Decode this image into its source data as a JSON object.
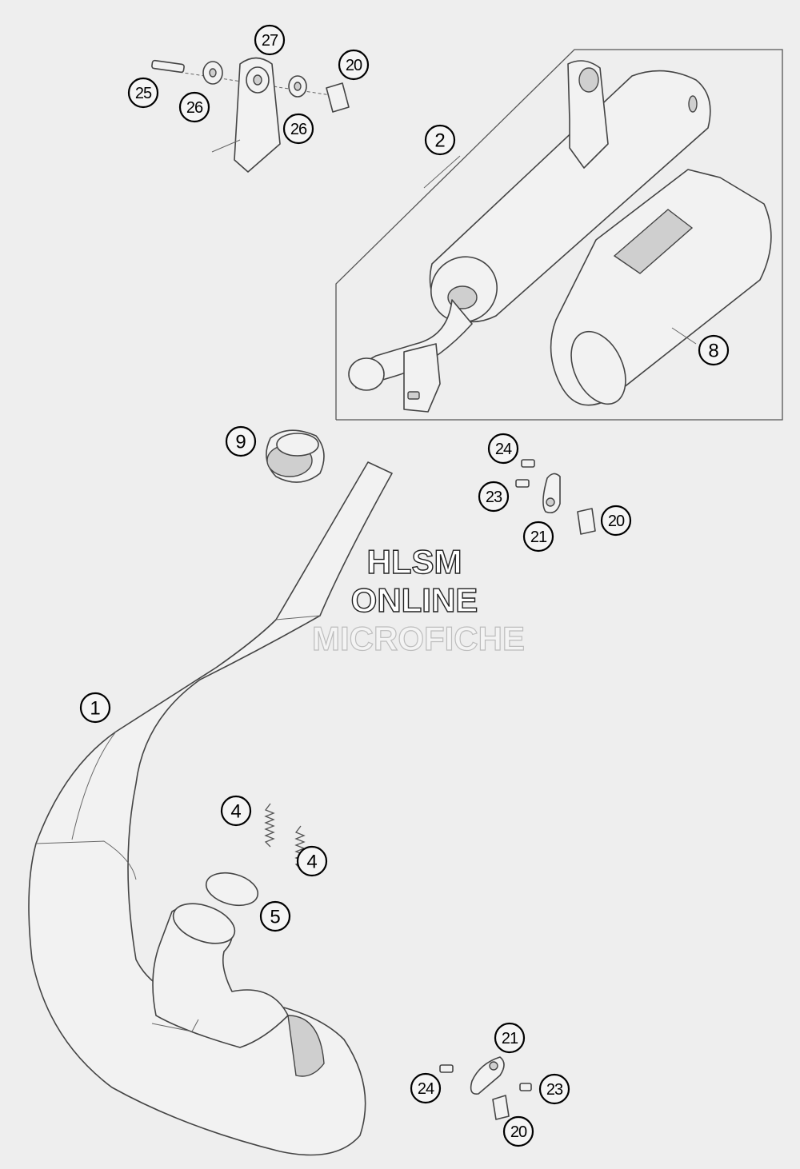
{
  "diagram": {
    "callouts": [
      {
        "id": "c27-top",
        "label": "27"
      },
      {
        "id": "c20-top",
        "label": "20"
      },
      {
        "id": "c25",
        "label": "25"
      },
      {
        "id": "c26-a",
        "label": "26"
      },
      {
        "id": "c26-b",
        "label": "26"
      },
      {
        "id": "c2",
        "label": "2"
      },
      {
        "id": "c8",
        "label": "8"
      },
      {
        "id": "c9",
        "label": "9"
      },
      {
        "id": "c24-mid",
        "label": "24"
      },
      {
        "id": "c23-mid",
        "label": "23"
      },
      {
        "id": "c20-mid",
        "label": "20"
      },
      {
        "id": "c21-mid",
        "label": "21"
      },
      {
        "id": "c1",
        "label": "1"
      },
      {
        "id": "c4-a",
        "label": "4"
      },
      {
        "id": "c4-b",
        "label": "4"
      },
      {
        "id": "c5",
        "label": "5"
      },
      {
        "id": "c21-bot",
        "label": "21"
      },
      {
        "id": "c24-bot",
        "label": "24"
      },
      {
        "id": "c23-bot",
        "label": "23"
      },
      {
        "id": "c20-bot",
        "label": "20"
      }
    ]
  },
  "watermark": {
    "line1": "HLSM",
    "line2": "ONLINE",
    "line3": "MICROFICHE"
  }
}
